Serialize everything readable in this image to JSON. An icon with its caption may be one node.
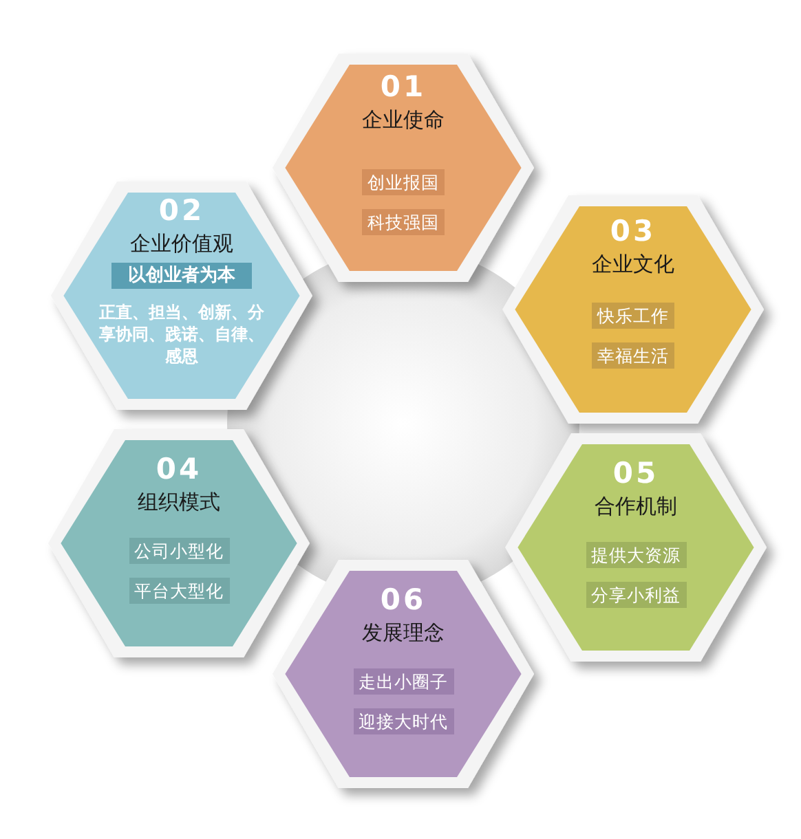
{
  "diagram": {
    "nodes": [
      {
        "text": [
          "01",
          "企业使命",
          "创业报国",
          "科技强国"
        ]
      },
      {
        "text": [
          "02",
          "企业价值观",
          "以创业者为本",
          "正直、担当、创新、分享协同、践诺、自律、感恩"
        ]
      },
      {
        "text": [
          "03",
          "企业文化",
          "快乐工作",
          "幸福生活"
        ]
      },
      {
        "text": [
          "04",
          "组织模式",
          "公司小型化",
          "平台大型化"
        ]
      },
      {
        "text": [
          "05",
          "合作机制",
          "提供大资源",
          "分享小利益"
        ]
      },
      {
        "text": [
          "06",
          "发展理念",
          "走出小圈子",
          "迎接大时代"
        ]
      }
    ]
  }
}
